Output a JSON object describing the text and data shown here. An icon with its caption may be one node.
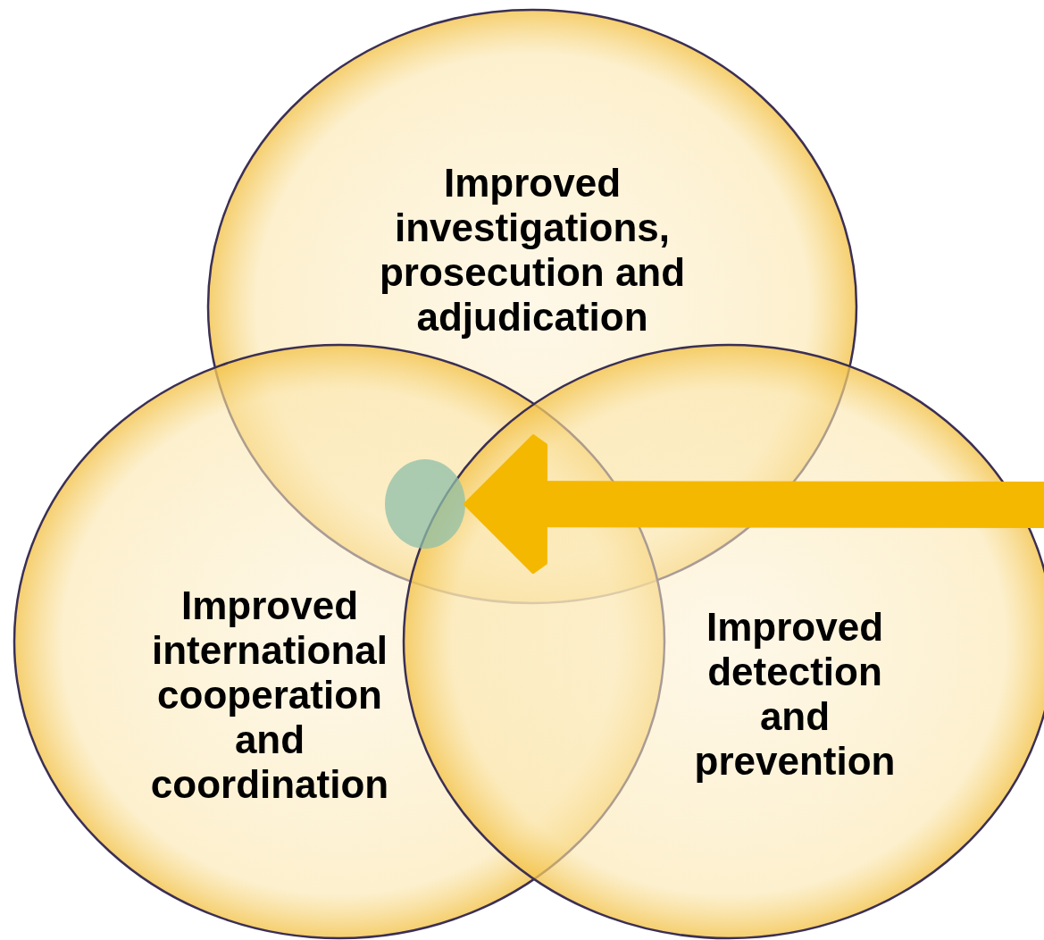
{
  "diagram": {
    "nodes": [
      {
        "text": [
          "Improved investigations, prosecution and adjudication"
        ]
      },
      {
        "text": [
          "Improved international cooperation and coordination"
        ]
      },
      {
        "text": [
          "Improved detection and prevention"
        ]
      },
      {
        "text": [],
        "shape": "circle"
      }
    ],
    "edges": [
      {
        "from": null,
        "to": 3,
        "arrow": "to",
        "color": "#f5b800"
      }
    ]
  }
}
